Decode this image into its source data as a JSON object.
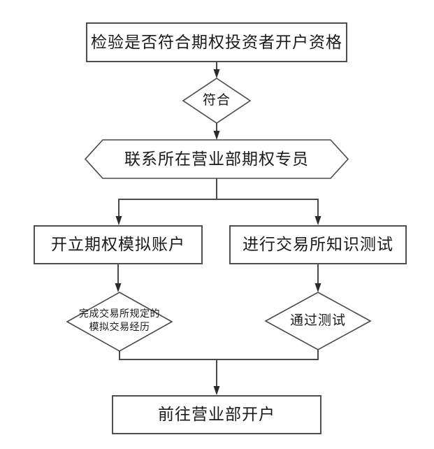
{
  "colors": {
    "line": "#4a4a4a",
    "shape_border": "#4f4f4f",
    "arrowhead": "#2b2b2b",
    "text": "#1a1a1a",
    "background": "#ffffff"
  },
  "nodes": {
    "start": {
      "type": "process",
      "label": "检验是否符合期权投资者开户资格"
    },
    "qualify": {
      "type": "decision",
      "label": "符合"
    },
    "contact": {
      "type": "hexagon",
      "label": "联系所在营业部期权专员"
    },
    "open_sim": {
      "type": "process",
      "label": "开立期权模拟账户"
    },
    "test": {
      "type": "process",
      "label": "进行交易所知识测试"
    },
    "sim_exp": {
      "type": "decision",
      "label": "完成交易所规定的\n模拟交易经历"
    },
    "pass": {
      "type": "decision",
      "label": "通过测试"
    },
    "end": {
      "type": "process",
      "label": "前往营业部开户"
    }
  }
}
